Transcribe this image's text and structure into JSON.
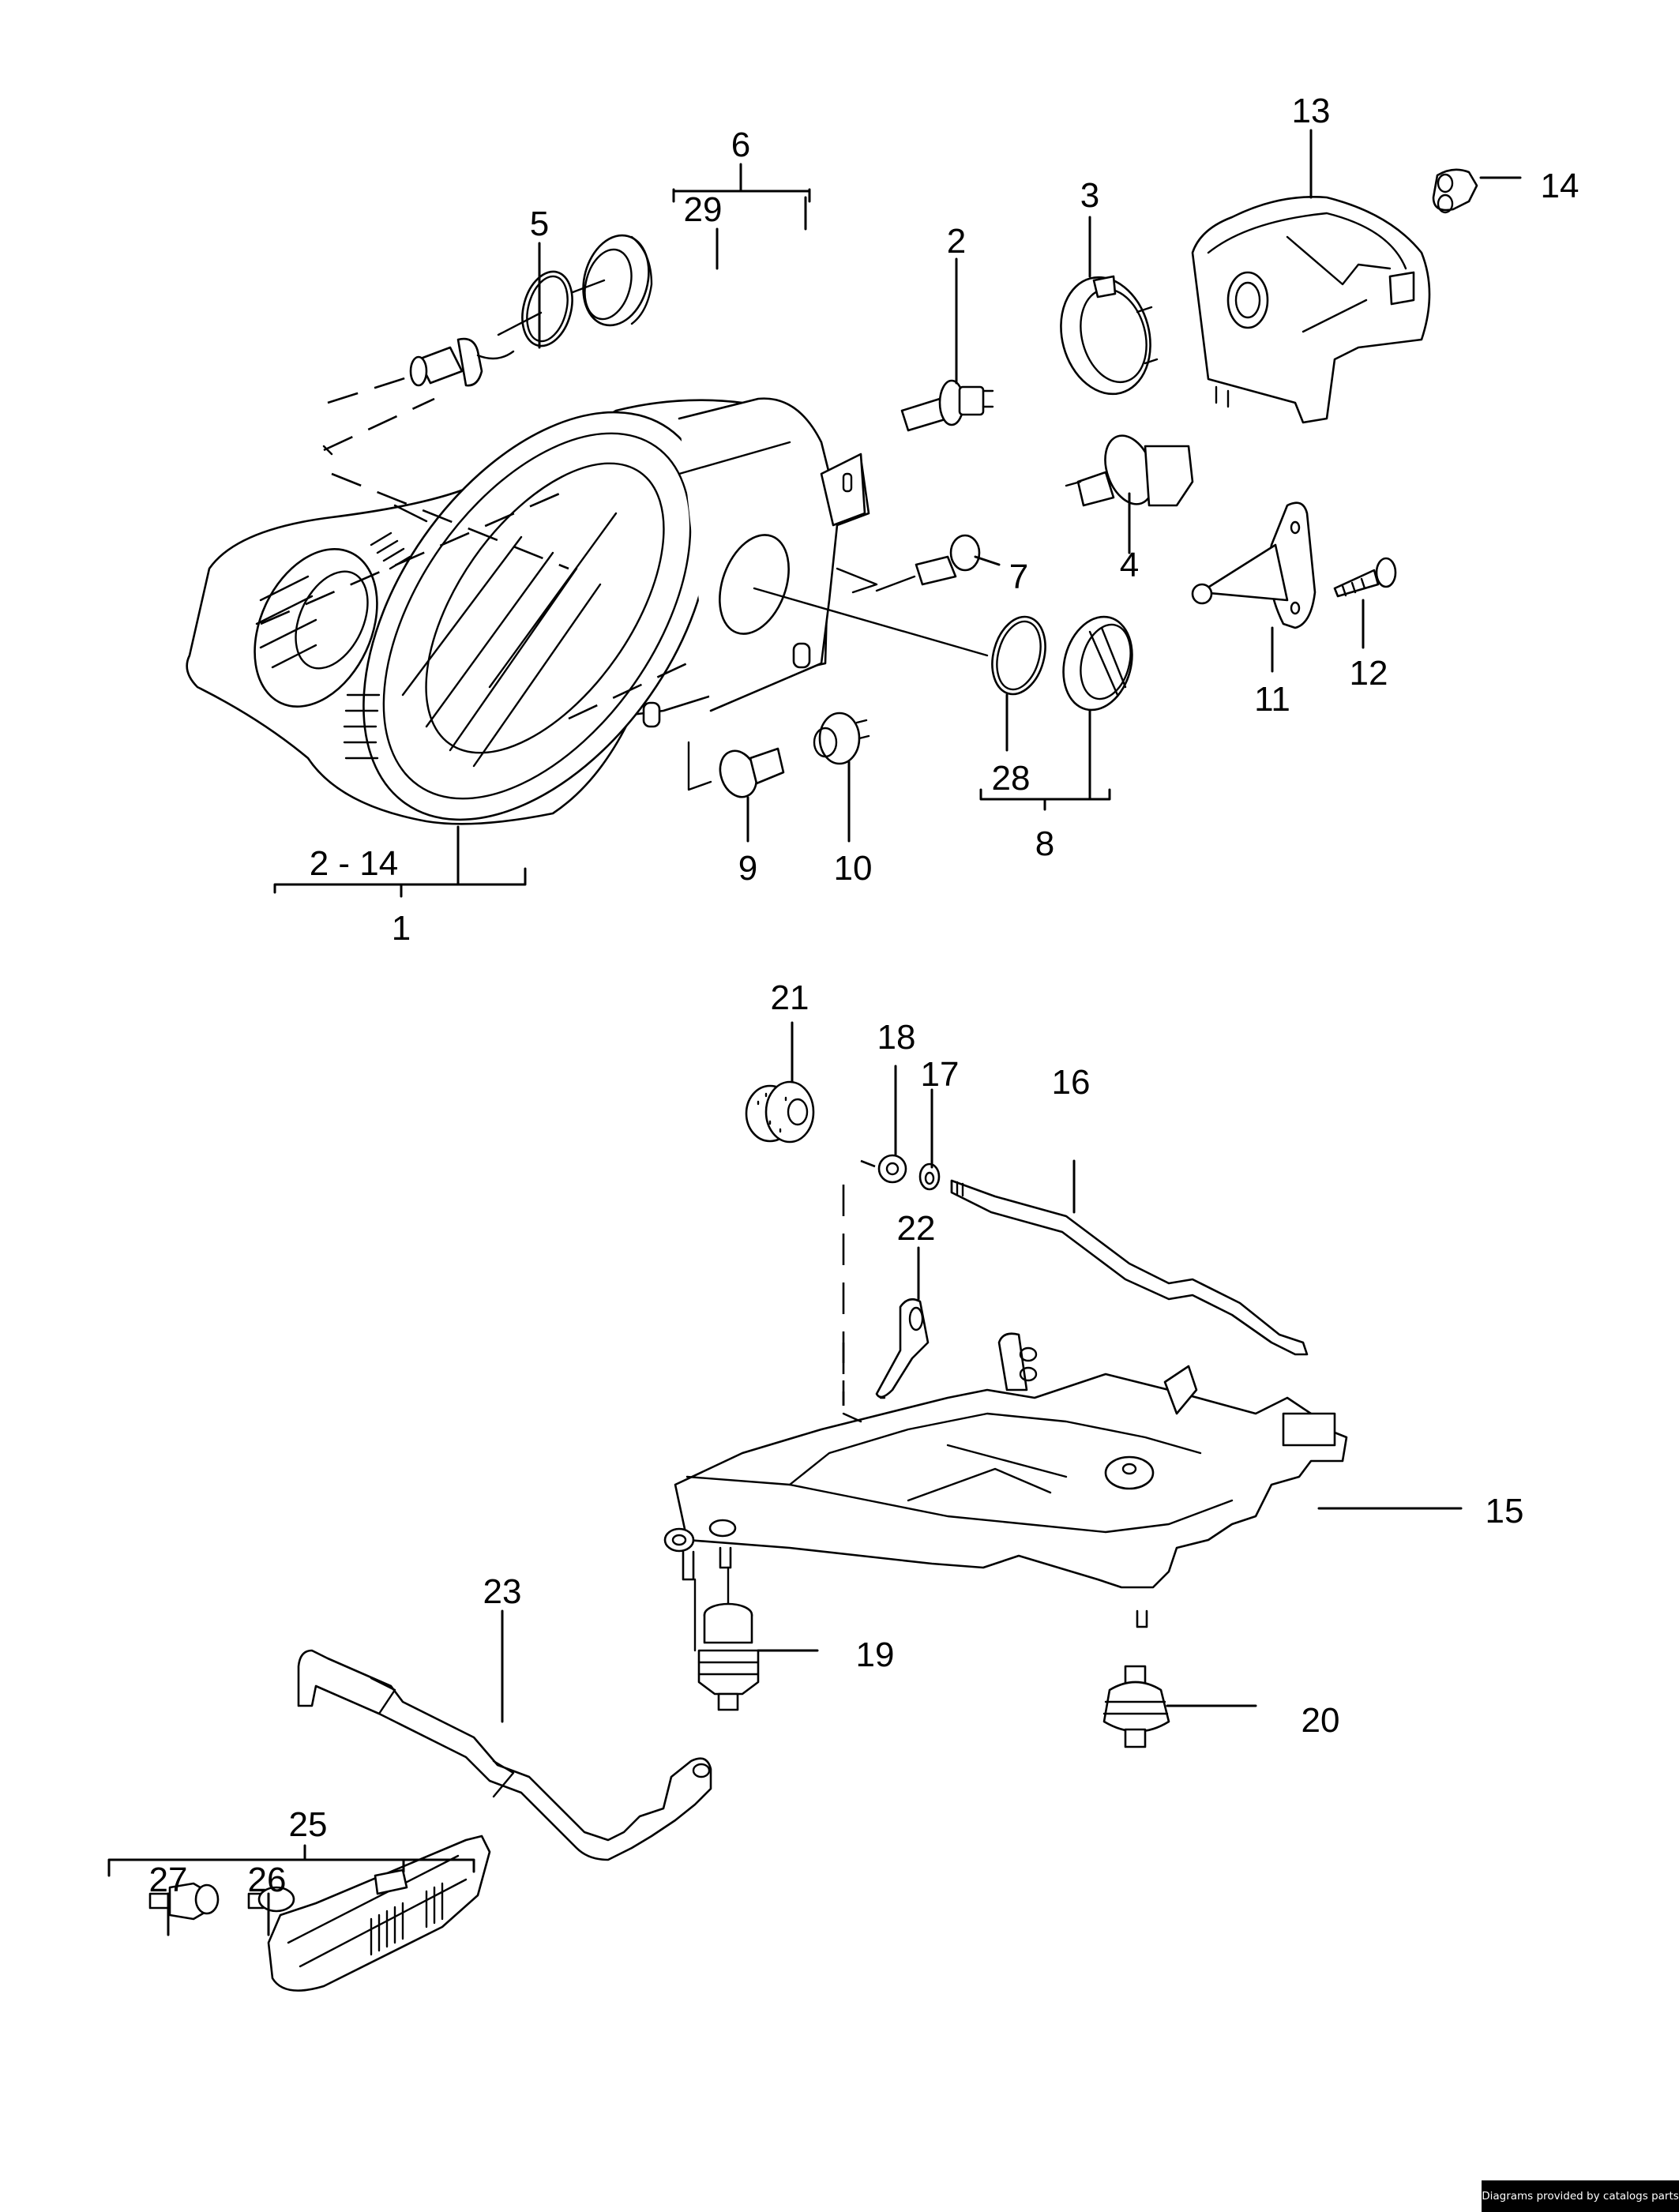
{
  "diagram": {
    "title": "Headlight assembly exploded parts diagram",
    "callouts": [
      {
        "id": "1",
        "label": "1"
      },
      {
        "id": "range-2-14",
        "label": "2 - 14"
      },
      {
        "id": "2",
        "label": "2"
      },
      {
        "id": "3",
        "label": "3"
      },
      {
        "id": "4",
        "label": "4"
      },
      {
        "id": "5",
        "label": "5"
      },
      {
        "id": "6",
        "label": "6"
      },
      {
        "id": "7",
        "label": "7"
      },
      {
        "id": "8",
        "label": "8"
      },
      {
        "id": "9",
        "label": "9"
      },
      {
        "id": "10",
        "label": "10"
      },
      {
        "id": "11",
        "label": "11"
      },
      {
        "id": "12",
        "label": "12"
      },
      {
        "id": "13",
        "label": "13"
      },
      {
        "id": "14",
        "label": "14"
      },
      {
        "id": "15",
        "label": "15"
      },
      {
        "id": "16",
        "label": "16"
      },
      {
        "id": "17",
        "label": "17"
      },
      {
        "id": "18",
        "label": "18"
      },
      {
        "id": "19",
        "label": "19"
      },
      {
        "id": "20",
        "label": "20"
      },
      {
        "id": "21",
        "label": "21"
      },
      {
        "id": "22",
        "label": "22"
      },
      {
        "id": "23",
        "label": "23"
      },
      {
        "id": "25",
        "label": "25"
      },
      {
        "id": "26",
        "label": "26"
      },
      {
        "id": "27",
        "label": "27"
      },
      {
        "id": "28",
        "label": "28"
      },
      {
        "id": "29",
        "label": "29"
      }
    ],
    "groups": [
      {
        "parent": "1",
        "children_label": "2 - 14"
      },
      {
        "parent": "6",
        "children": [
          "29"
        ]
      },
      {
        "parent": "8",
        "children": [
          "28"
        ]
      },
      {
        "parent": "25",
        "children": [
          "27",
          "26"
        ]
      }
    ]
  },
  "watermark": {
    "text": "Diagrams provided by catalogs parts"
  }
}
